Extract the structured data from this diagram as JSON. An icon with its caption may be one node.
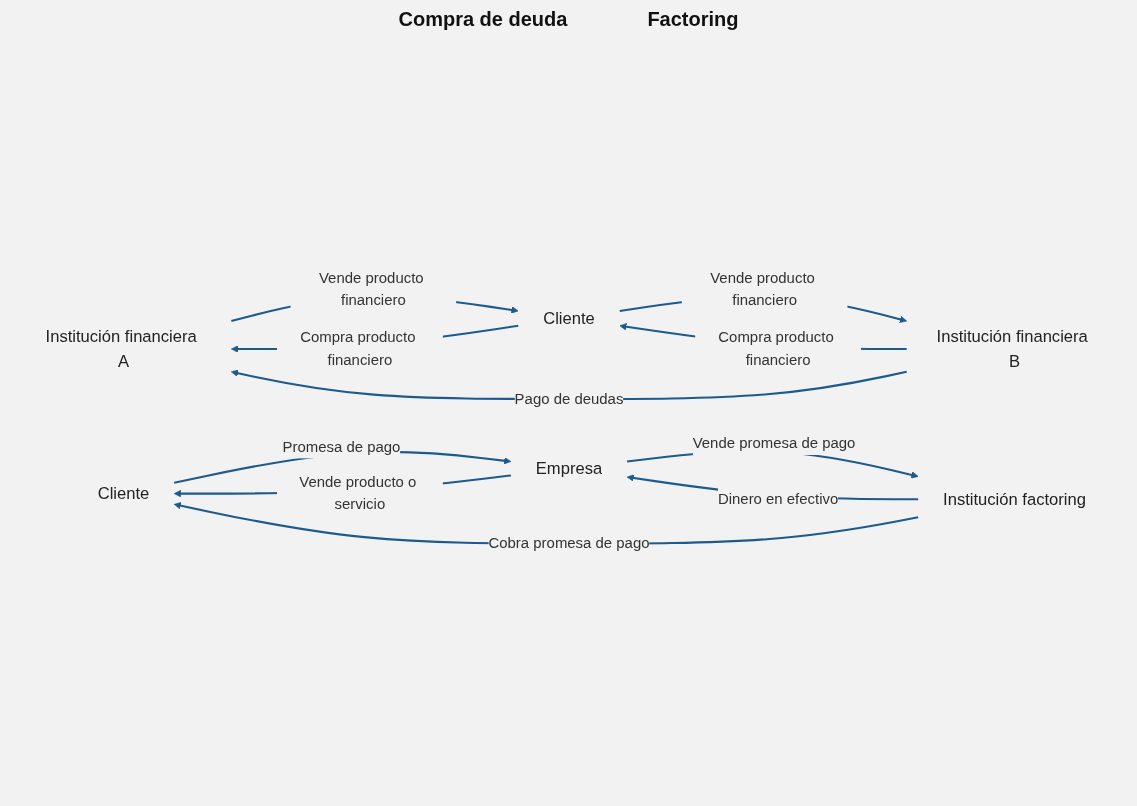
{
  "diagram": {
    "nodes": [
      {
        "text": [
          "Institución financiera A"
        ]
      },
      {
        "text": [
          "Cliente"
        ]
      },
      {
        "text": [
          "Institución financiera B"
        ]
      },
      {
        "text": [
          "Cliente"
        ]
      },
      {
        "text": [
          "Empresa"
        ]
      },
      {
        "text": [
          "Institución factoring"
        ]
      }
    ],
    "edges": [
      {
        "from": 2,
        "to": 0,
        "arrow": "to",
        "label": "Pago de deudas"
      },
      {
        "from": 1,
        "to": 0,
        "arrow": "to",
        "label": "Compra producto financiero"
      },
      {
        "from": 0,
        "to": 1,
        "arrow": "to",
        "label": "Vende producto financiero"
      },
      {
        "from": 2,
        "to": 1,
        "arrow": "to",
        "label": "Compra producto financiero"
      },
      {
        "from": 1,
        "to": 2,
        "arrow": "to",
        "label": "Vende producto financiero"
      },
      {
        "from": 5,
        "to": 3,
        "arrow": "to",
        "label": "Cobra promesa de pago"
      },
      {
        "from": 4,
        "to": 3,
        "arrow": "to",
        "label": "Vende producto o servicio"
      },
      {
        "from": 3,
        "to": 4,
        "arrow": "to",
        "label": "Promesa de pago"
      },
      {
        "from": 5,
        "to": 4,
        "arrow": "to",
        "label": "Dinero en efectivo"
      },
      {
        "from": 4,
        "to": 5,
        "arrow": "to",
        "label": "Vende promesa de pago"
      }
    ],
    "labels": [
      "Compra de deuda",
      "Factoring"
    ]
  }
}
